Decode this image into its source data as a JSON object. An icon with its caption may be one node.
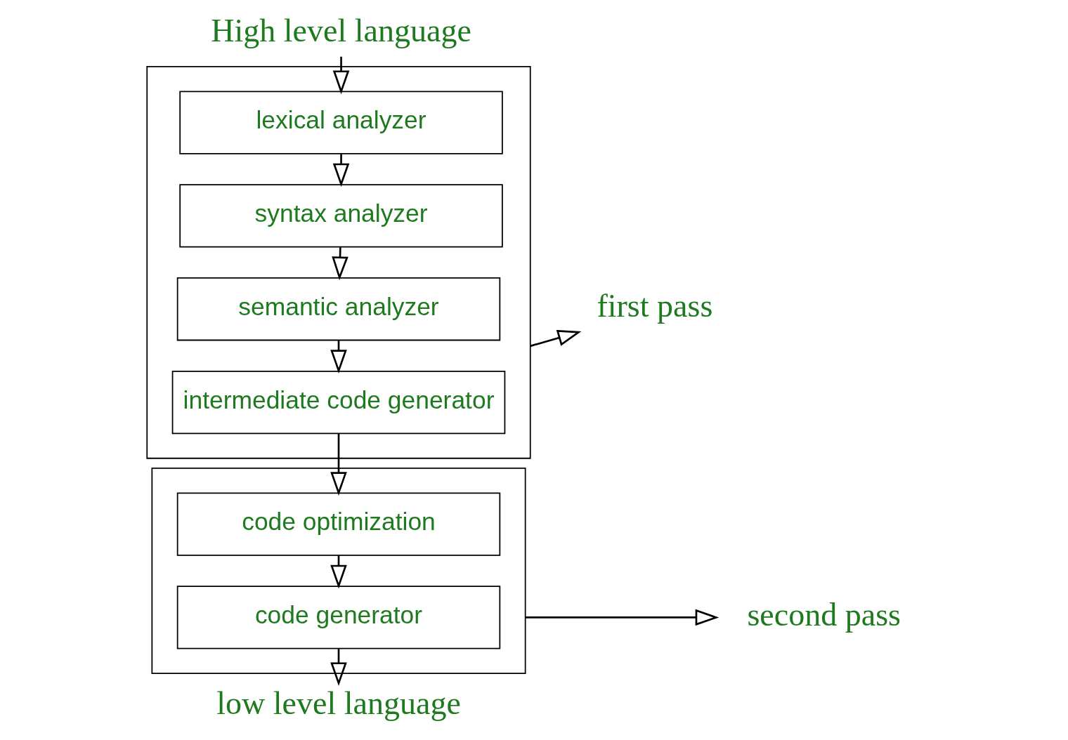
{
  "diagram": {
    "nodes": [
      {
        "text": [
          "High level language"
        ]
      },
      {
        "text": [],
        "shape": "box"
      },
      {
        "text": [
          "lexical analyzer"
        ],
        "in": 1
      },
      {
        "text": [
          "syntax analyzer"
        ],
        "in": 1
      },
      {
        "text": [
          "semantic analyzer"
        ],
        "in": 1
      },
      {
        "text": [
          "intermediate code generator"
        ],
        "in": 1
      },
      {
        "text": [
          "first pass"
        ]
      },
      {
        "text": [],
        "shape": "box"
      },
      {
        "text": [
          "code optimization"
        ],
        "in": 7
      },
      {
        "text": [
          "code generator"
        ],
        "in": 7
      },
      {
        "text": [
          "second pass"
        ]
      },
      {
        "text": [
          "low level language"
        ]
      }
    ],
    "edges": [
      {
        "from": 0,
        "to": 2,
        "arrow": "to"
      },
      {
        "from": 2,
        "to": 3,
        "arrow": "to"
      },
      {
        "from": 3,
        "to": 4,
        "arrow": "to"
      },
      {
        "from": 4,
        "to": 5,
        "arrow": "to"
      },
      {
        "from": 5,
        "to": 8,
        "arrow": "to"
      },
      {
        "from": 8,
        "to": 9,
        "arrow": "to"
      },
      {
        "from": 9,
        "to": 11,
        "arrow": "to"
      },
      {
        "from": 1,
        "to": 6,
        "arrow": "to"
      },
      {
        "from": 7,
        "to": 10,
        "arrow": "to"
      }
    ]
  }
}
